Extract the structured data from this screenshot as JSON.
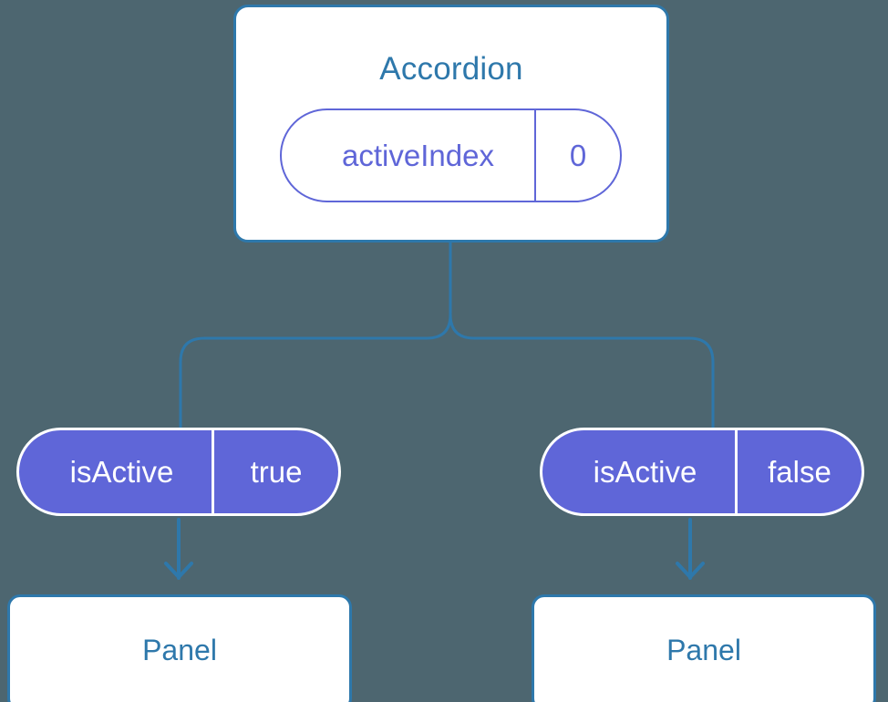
{
  "diagram": {
    "background_color": "#4d6670",
    "accent_blue": "#2e78ab",
    "accent_purple": "#5f66d8",
    "root": {
      "title": "Accordion",
      "prop": {
        "key": "activeIndex",
        "value": "0"
      }
    },
    "branches": [
      {
        "side": "left",
        "prop": {
          "key": "isActive",
          "value": "true"
        },
        "child": {
          "title": "Panel"
        }
      },
      {
        "side": "right",
        "prop": {
          "key": "isActive",
          "value": "false"
        },
        "child": {
          "title": "Panel"
        }
      }
    ]
  }
}
